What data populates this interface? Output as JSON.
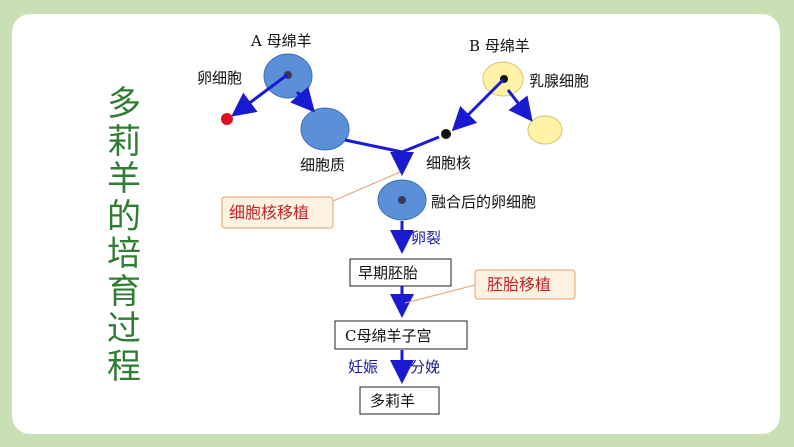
{
  "title_chars": [
    "多",
    "莉",
    "羊",
    "的",
    "培",
    "育",
    "过",
    "程"
  ],
  "labels": {
    "sheep_a": "A 母绵羊",
    "sheep_b": "B 母绵羊",
    "egg_cell": "卵细胞",
    "mammary_cell": "乳腺细胞",
    "cytoplasm": "细胞质",
    "nucleus": "细胞核",
    "fused_egg": "融合后的卵细胞",
    "cleavage": "卵裂",
    "early_embryo": "早期胚胎",
    "sheep_c_uterus": "C母绵羊子宫",
    "pregnancy": "妊娠",
    "delivery": "分娩",
    "dolly": "多莉羊"
  },
  "callouts": {
    "nuclear_transfer": "细胞核移植",
    "embryo_transfer": "胚胎移植"
  },
  "colors": {
    "title_green": "#2e7d32",
    "arrow_blue": "#1a1ad0",
    "cell_blue": "#5b8fd8",
    "cell_yellow": "#fff3a8",
    "callout_red": "#c0262c",
    "page_bg": "#c9dfb4"
  }
}
